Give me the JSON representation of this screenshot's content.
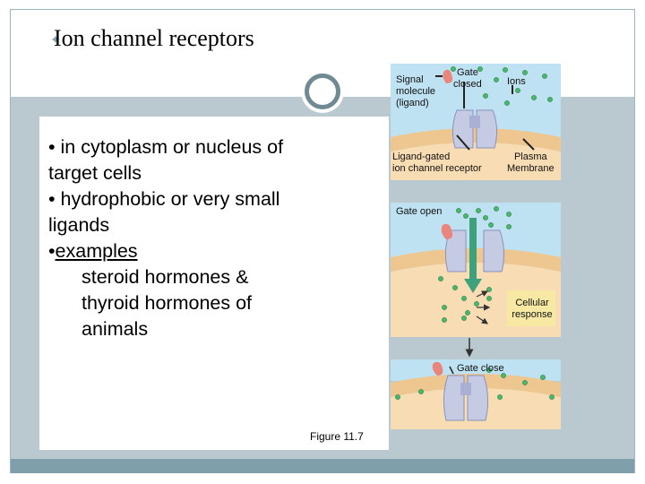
{
  "slide": {
    "title": "Ion channel receptors",
    "bullets": [
      "• in cytoplasm or nucleus of",
      "target cells",
      "• hydrophobic or very small",
      "ligands",
      "•",
      "examples",
      "steroid hormones &",
      "thyroid hormones of",
      "animals"
    ],
    "figure_caption": "Figure 11.7"
  },
  "figure": {
    "labels": {
      "signal_line1": "Signal",
      "signal_line2": "molecule",
      "signal_line3": "(ligand)",
      "gate_closed_line1": "Gate",
      "gate_closed_line2": "closed",
      "ions": "Ions",
      "receptor_line1": "Ligand-gated",
      "receptor_line2": "ion channel receptor",
      "membrane_line1": "Plasma",
      "membrane_line2": "Membrane",
      "gate_open": "Gate open",
      "response_line1": "Cellular",
      "response_line2": "response",
      "gate_close": "Gate close"
    },
    "colors": {
      "extracellular": "#bfe2f3",
      "cytoplasm": "#f8dcb4",
      "membrane": "#eec690",
      "channel_protein": "#c6cbe4",
      "ligand": "#e9857a",
      "ion": "#48b86a",
      "arrow": "#3fa07c",
      "response_box": "#f7e9a3"
    }
  }
}
